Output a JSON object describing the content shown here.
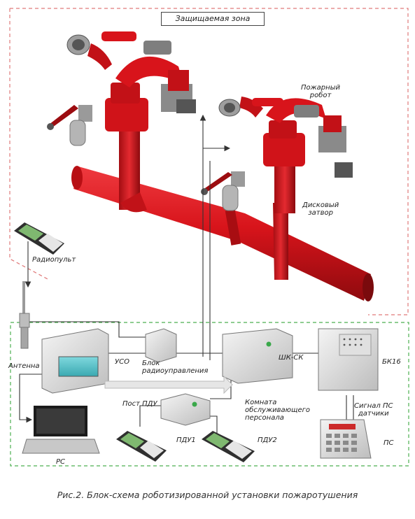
{
  "zone_title": "Защищаемая зона",
  "labels": {
    "fire_robot": [
      "Пожарный",
      "робот"
    ],
    "disc_valve": [
      "Дисковый",
      "затвор"
    ],
    "radio_remote": "Радиопульт",
    "antenna": "Антенна",
    "uso": "УСО",
    "radio_unit": [
      "Блок",
      "радиоуправления"
    ],
    "shk_sk": "ШК-СК",
    "bk16": "БК16",
    "post_pdu": "Пост ПДУ",
    "staff_room": [
      "Комната",
      "обслуживающего",
      "персонала"
    ],
    "signal": [
      "Сигнал ПС",
      "датчики"
    ],
    "ps": "ПС",
    "pdu1": "ПДУ1",
    "pdu2": "ПДУ2",
    "pc": "РС"
  },
  "caption": "Рис.2. Блок-схема роботизированной установки пожаротушения",
  "colors": {
    "pipe_red": "#d8141b",
    "pipe_dark": "#9c0c10",
    "zone_border": "#e07a7a",
    "room_border": "#4caf50",
    "device_grey": "#d9d9d9",
    "screen_cyan": "#56c2c9"
  }
}
